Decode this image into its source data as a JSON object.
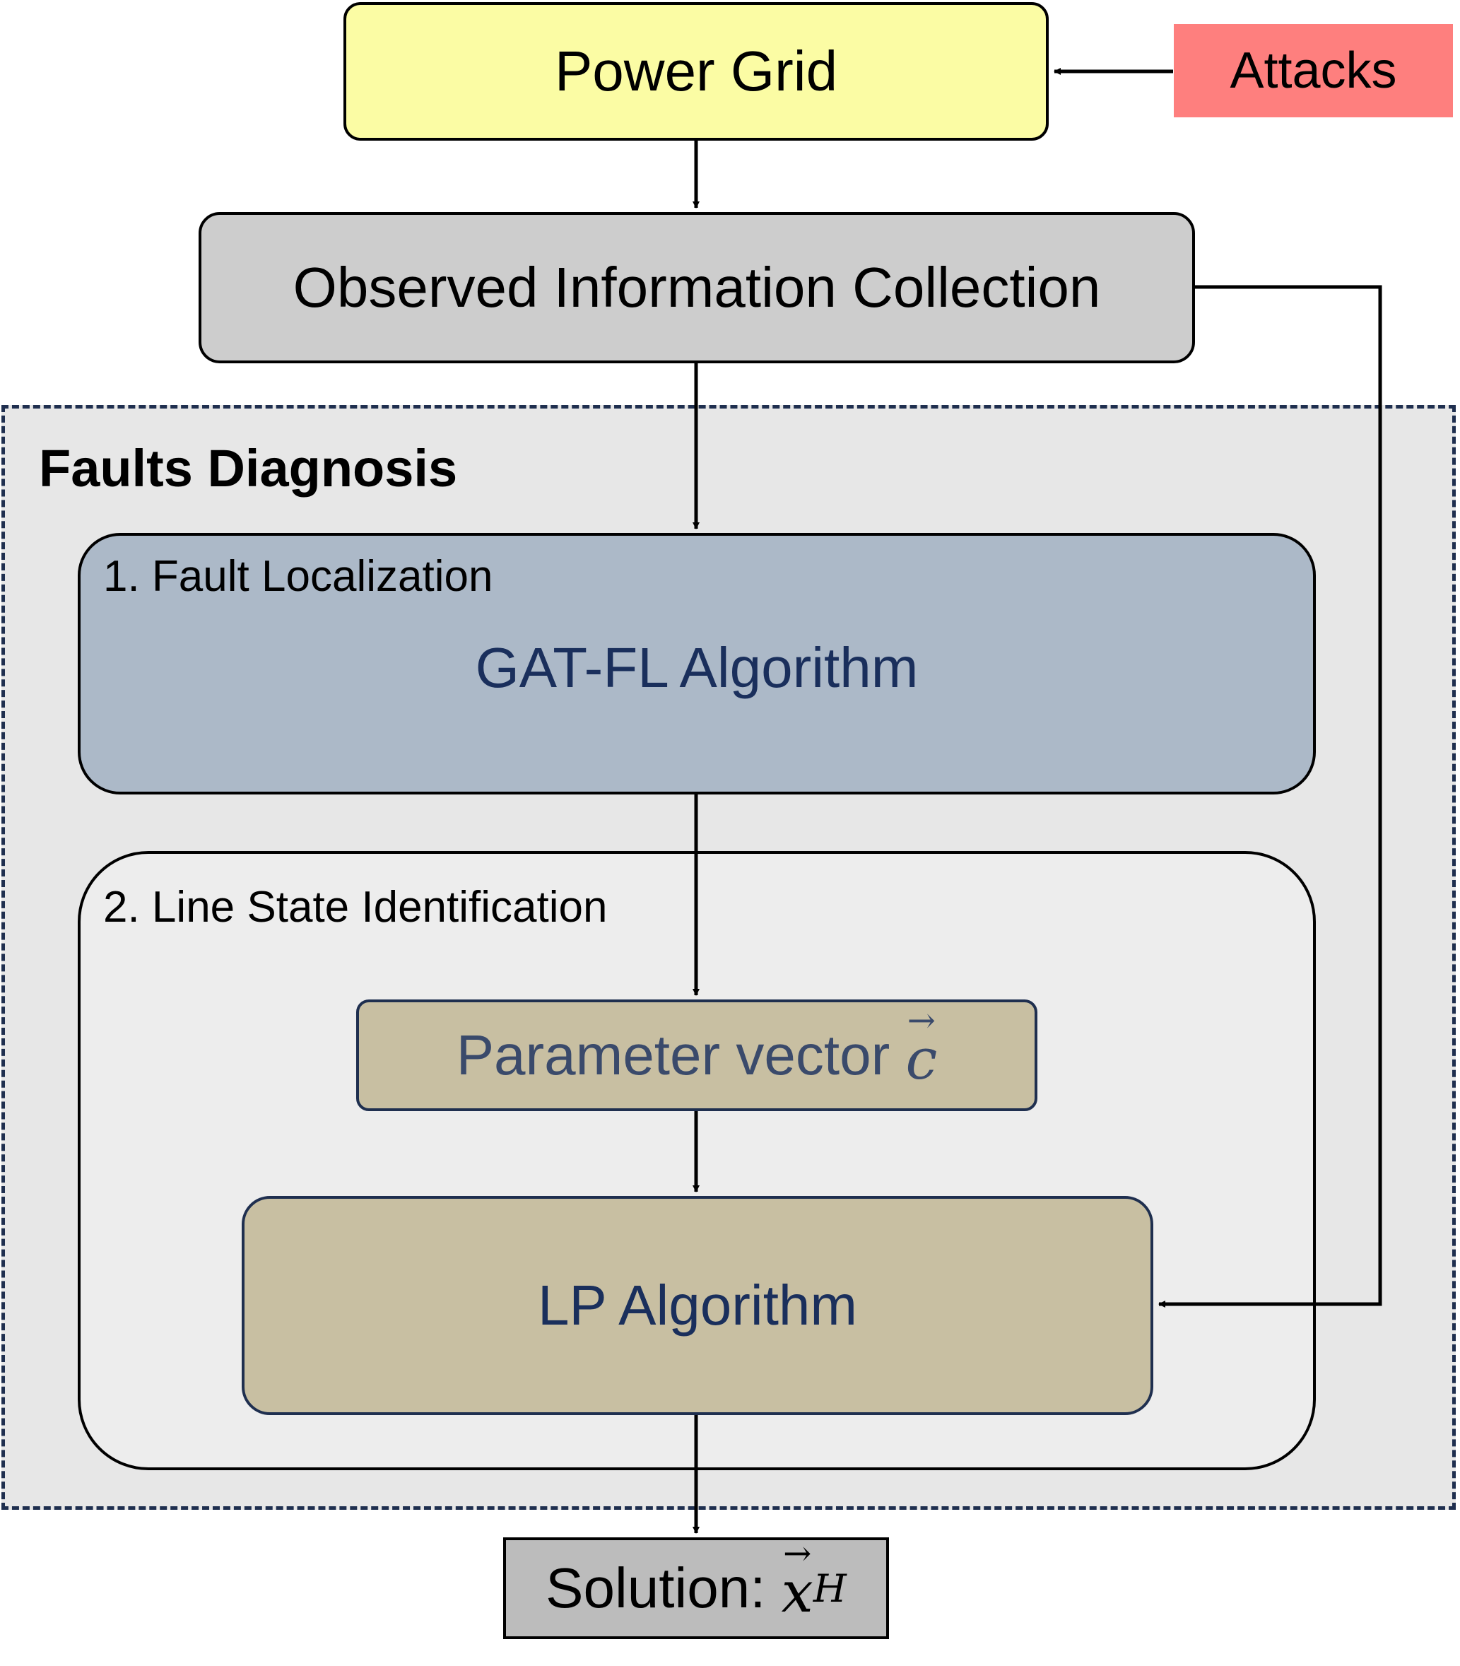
{
  "nodes": {
    "power_grid": "Power Grid",
    "attacks": "Attacks",
    "observed": "Observed Information Collection",
    "faults_diagnosis": "Faults Diagnosis",
    "fault_localization": "1. Fault Localization",
    "gat_fl": "GAT-FL Algorithm",
    "line_state": "2. Line State Identification",
    "parameter_vector": "Parameter vector",
    "parameter_symbol": "c",
    "lp_algorithm": "LP Algorithm",
    "solution": "Solution:",
    "solution_symbol": "x",
    "solution_subscript": "H"
  },
  "colors": {
    "power_grid": "#fbfca4",
    "attacks": "#fe7f7e",
    "observed": "#cdcdcd",
    "faults_panel": "#e7e7e7",
    "fault_localization": "#acb9c8",
    "line_state": "#ededed",
    "tan_boxes": "#c8bfa2",
    "solution": "#bcbcbc",
    "dark_navy_text": "#1a2f5c"
  }
}
